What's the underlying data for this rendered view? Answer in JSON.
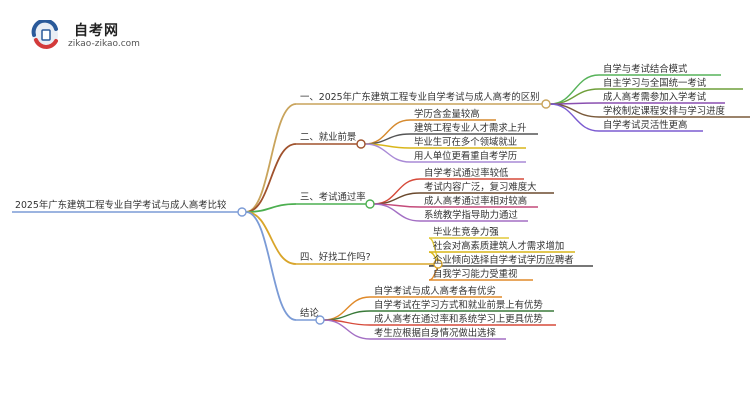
{
  "logo": {
    "title": "自考网",
    "subtitle": "zikao-zikao.com"
  },
  "root": {
    "label": "2025年广东建筑工程专业自学考试与成人高考比较"
  },
  "branches": [
    {
      "label": "一、2025年广东建筑工程专业自学考试与成人高考的区别",
      "color": "#c9a45c",
      "children": [
        {
          "label": "自学与考试结合模式",
          "color": "#57b35a"
        },
        {
          "label": "自主学习与全国统一考试",
          "color": "#6f9f3a"
        },
        {
          "label": "成人高考需参加入学考试",
          "color": "#8a4fb0"
        },
        {
          "label": "学校制定课程安排与学习进度",
          "color": "#7a5a3a"
        },
        {
          "label": "自学考试灵活性更高",
          "color": "#7b5bd1"
        }
      ]
    },
    {
      "label": "二、就业前景",
      "color": "#a0522d",
      "children": [
        {
          "label": "学历含金量较高",
          "color": "#d68a2e"
        },
        {
          "label": "建筑工程专业人才需求上升",
          "color": "#555555"
        },
        {
          "label": "毕业生可在多个领域就业",
          "color": "#d9b61a"
        },
        {
          "label": "用人单位更看重自考学历",
          "color": "#a98ad6"
        }
      ]
    },
    {
      "label": "三、考试通过率",
      "color": "#4caf50",
      "children": [
        {
          "label": "自学考试通过率较低",
          "color": "#d64a3a"
        },
        {
          "label": "考试内容广泛，复习难度大",
          "color": "#6b4a2e"
        },
        {
          "label": "成人高考通过率相对较高",
          "color": "#c44a7a"
        },
        {
          "label": "系统教学指导助力通过",
          "color": "#a36fc4"
        }
      ]
    },
    {
      "label": "四、好找工作吗?",
      "color": "#d9a52a",
      "children": [
        {
          "label": "毕业生竞争力强",
          "color": "#e2c93a"
        },
        {
          "label": "社会对高素质建筑人才需求增加",
          "color": "#d9b61a"
        },
        {
          "label": "企业倾向选择自学考试学历应聘者",
          "color": "#4a4a4a"
        },
        {
          "label": "自我学习能力受重视",
          "color": "#e08a2a"
        }
      ]
    },
    {
      "label": "结论",
      "color": "#7b9bd6",
      "children": [
        {
          "label": "自学考试与成人高考各有优劣",
          "color": "#e08a2a"
        },
        {
          "label": "自学考试在学习方式和就业前景上有优势",
          "color": "#3a7a3a"
        },
        {
          "label": "成人高考在通过率和系统学习上更具优势",
          "color": "#d64a3a"
        },
        {
          "label": "考生应根据自身情况做出选择",
          "color": "#a36fc4"
        }
      ]
    }
  ]
}
